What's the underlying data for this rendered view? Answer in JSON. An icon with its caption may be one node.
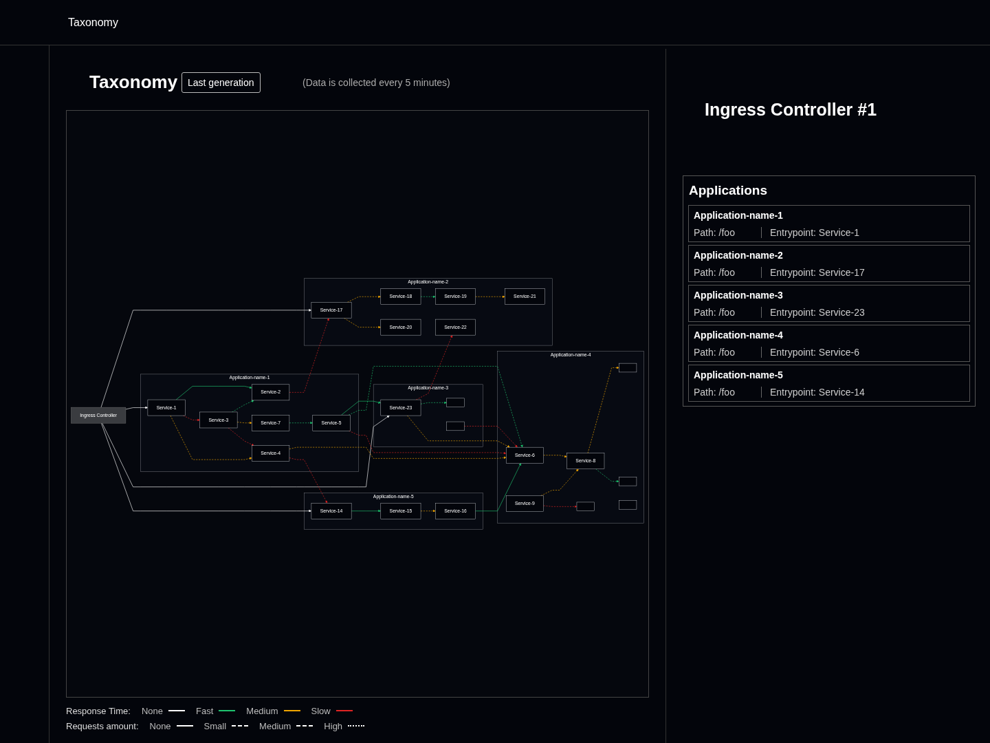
{
  "diagram": {
    "title": "Taxonomy",
    "nodes": [
      {
        "text": [
          "Ingress Controller"
        ]
      },
      {
        "text": [
          "Application-name-2"
        ]
      },
      {
        "text": [
          "Service-17"
        ],
        "in": 1
      },
      {
        "text": [
          "Service-18"
        ],
        "in": 1
      },
      {
        "text": [
          "Service-19"
        ],
        "in": 1
      },
      {
        "text": [
          "Service-20"
        ],
        "in": 1
      },
      {
        "text": [
          "Service-21"
        ],
        "in": 1
      },
      {
        "text": [
          "Service-22"
        ],
        "in": 1
      },
      {
        "text": [
          "Application-name-3"
        ]
      },
      {
        "text": [
          "Service-23"
        ],
        "in": 8
      },
      {
        "text": [],
        "shape": "box",
        "in": 8
      },
      {
        "text": [],
        "shape": "box",
        "in": 8
      },
      {
        "text": [
          "Application-name-1"
        ]
      },
      {
        "text": [
          "Service-2"
        ],
        "in": 12
      },
      {
        "text": [
          "Service-5"
        ],
        "in": 12
      },
      {
        "text": [
          "Service-1"
        ],
        "in": 12
      },
      {
        "text": [
          "Service-3"
        ],
        "in": 12
      },
      {
        "text": [
          "Service-7"
        ],
        "in": 12
      },
      {
        "text": [
          "Service-4"
        ],
        "in": 12
      },
      {
        "text": [
          "Application-name-4"
        ]
      },
      {
        "text": [
          "Service-6"
        ],
        "in": 19
      },
      {
        "text": [],
        "shape": "box",
        "in": 19
      },
      {
        "text": [
          "Service-8"
        ],
        "in": 19
      },
      {
        "text": [],
        "shape": "box",
        "in": 19
      },
      {
        "text": [
          "Service-9"
        ],
        "in": 19
      },
      {
        "text": [],
        "shape": "box",
        "in": 19
      },
      {
        "text": [],
        "shape": "box",
        "in": 19
      },
      {
        "text": [
          "Application-name-5"
        ]
      },
      {
        "text": [
          "Service-15"
        ],
        "in": 27
      },
      {
        "text": [
          "Service-14"
        ],
        "in": 27
      },
      {
        "text": [
          "Service-16"
        ],
        "in": 27
      }
    ],
    "edges": [
      {
        "from": 0,
        "to": 2,
        "arrow": "to",
        "color": "#ffffff"
      },
      {
        "from": 0,
        "to": 15,
        "arrow": "to",
        "color": "#ffffff"
      },
      {
        "from": 0,
        "to": 9,
        "arrow": "to",
        "color": "#ffffff"
      },
      {
        "from": 0,
        "to": 29,
        "arrow": "to",
        "color": "#ffffff"
      },
      {
        "from": 2,
        "to": 3,
        "arrow": "to",
        "style": "dashed",
        "color": "#f0a500"
      },
      {
        "from": 3,
        "to": 4,
        "arrow": "to",
        "style": "dashed",
        "color": "#1fc46f"
      },
      {
        "from": 4,
        "to": 6,
        "arrow": "to",
        "style": "dashed",
        "color": "#f0a500"
      },
      {
        "from": 2,
        "to": 5,
        "arrow": "to",
        "style": "dashed",
        "color": "#f0a500"
      },
      {
        "from": 13,
        "to": 2,
        "arrow": "to",
        "style": "dashed",
        "color": "#e02424"
      },
      {
        "from": 9,
        "to": 7,
        "arrow": "to",
        "style": "dashed",
        "color": "#e02424"
      },
      {
        "from": 14,
        "to": 9,
        "arrow": "to",
        "color": "#1fc46f"
      },
      {
        "from": 9,
        "to": 10,
        "arrow": "to",
        "style": "dashed",
        "color": "#1fc46f"
      },
      {
        "from": 9,
        "to": 20,
        "arrow": "to",
        "style": "dashed",
        "color": "#f0a500"
      },
      {
        "from": 11,
        "to": 20,
        "arrow": "to",
        "style": "dashed",
        "color": "#e02424"
      },
      {
        "from": 15,
        "to": 13,
        "arrow": "to",
        "color": "#1fc46f"
      },
      {
        "from": 15,
        "to": 16,
        "arrow": "to",
        "style": "dashed",
        "color": "#e02424"
      },
      {
        "from": 15,
        "to": 18,
        "arrow": "to",
        "style": "dashed",
        "color": "#f0a500"
      },
      {
        "from": 16,
        "to": 13,
        "arrow": "to",
        "style": "dashed",
        "color": "#1fc46f"
      },
      {
        "from": 16,
        "to": 17,
        "arrow": "to",
        "style": "dashed",
        "color": "#f0a500"
      },
      {
        "from": 17,
        "to": 14,
        "arrow": "to",
        "style": "dashed",
        "color": "#1fc46f"
      },
      {
        "from": 18,
        "to": 20,
        "arrow": "to",
        "style": "dashed",
        "color": "#f0a500"
      },
      {
        "from": 14,
        "to": 20,
        "arrow": "to",
        "style": "dashed",
        "color": "#1fc46f"
      },
      {
        "from": 14,
        "to": 20,
        "arrow": "to",
        "style": "dashed",
        "color": "#e02424"
      },
      {
        "from": 16,
        "to": 18,
        "arrow": "to",
        "style": "dashed",
        "color": "#e02424"
      },
      {
        "from": 18,
        "to": 29,
        "arrow": "to",
        "style": "dashed",
        "color": "#e02424"
      },
      {
        "from": 30,
        "to": 20,
        "arrow": "to",
        "color": "#1fc46f"
      },
      {
        "from": 29,
        "to": 28,
        "arrow": "to",
        "color": "#1fc46f"
      },
      {
        "from": 28,
        "to": 30,
        "arrow": "to",
        "style": "dashed",
        "color": "#f0a500"
      },
      {
        "from": 20,
        "to": 22,
        "arrow": "to",
        "style": "dashed",
        "color": "#f0a500"
      },
      {
        "from": 24,
        "to": 22,
        "arrow": "to",
        "style": "dashed",
        "color": "#f0a500"
      },
      {
        "from": 22,
        "to": 21,
        "arrow": "to",
        "style": "dashed",
        "color": "#f0a500"
      },
      {
        "from": 22,
        "to": 23,
        "arrow": "to",
        "style": "dashed",
        "color": "#1fc46f"
      },
      {
        "from": 24,
        "to": 25,
        "arrow": "to",
        "style": "dashed",
        "color": "#e02424"
      }
    ],
    "labels": [
      "Taxonomy",
      "Last generation",
      "(Data is collected every 5 minutes)",
      "Ingress Controller #1",
      "Applications",
      "Application-name-1",
      "Path: /foo",
      "Entrypoint: Service-1",
      "Application-name-2",
      "Path: /foo",
      "Entrypoint: Service-17",
      "Application-name-3",
      "Path: /foo",
      "Entrypoint: Service-23",
      "Application-name-4",
      "Path: /foo",
      "Entrypoint: Service-6",
      "Application-name-5",
      "Path: /foo",
      "Entrypoint: Service-14",
      "Response Time:",
      "Requests amount:"
    ],
    "legend": [
      {
        "text": "None",
        "color": "#ffffff"
      },
      {
        "text": "Fast",
        "color": "#1fc46f"
      },
      {
        "text": "Medium",
        "color": "#f0a500"
      },
      {
        "text": "Slow",
        "color": "#e02424"
      },
      {
        "text": "None"
      },
      {
        "text": "Small"
      },
      {
        "text": "Medium"
      },
      {
        "text": "High"
      }
    ]
  }
}
